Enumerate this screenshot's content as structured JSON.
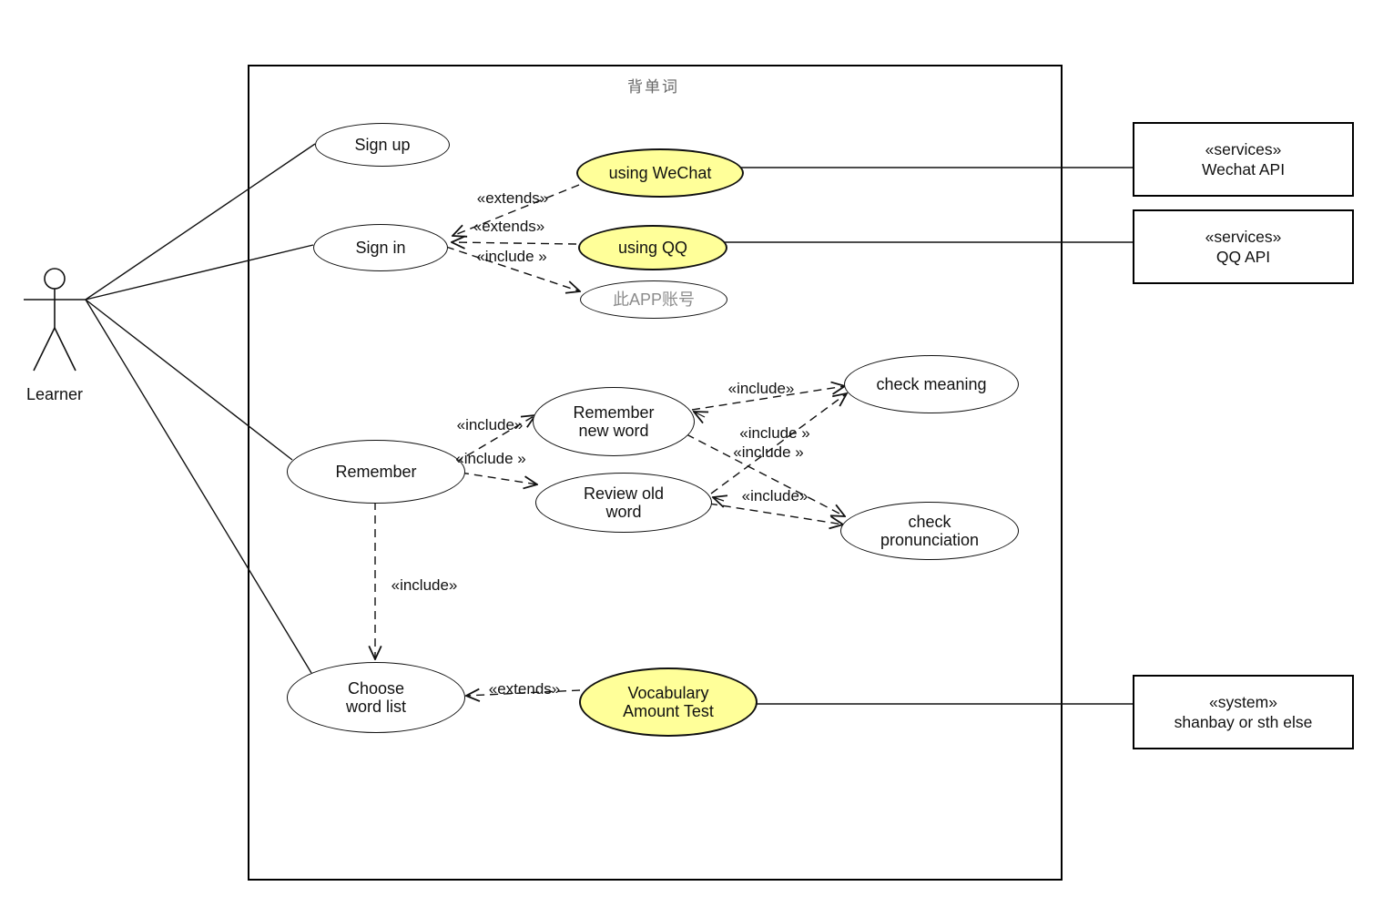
{
  "diagram": {
    "title": "背单词",
    "type": "uml-use-case-diagram"
  },
  "actor": {
    "label": "Learner"
  },
  "use_cases": {
    "sign_up": {
      "label": "Sign up",
      "highlighted": false
    },
    "sign_in": {
      "label": "Sign in",
      "highlighted": false
    },
    "using_wechat": {
      "label": "using WeChat",
      "highlighted": true
    },
    "using_qq": {
      "label": "using QQ",
      "highlighted": true
    },
    "app_account": {
      "label": "此APP账号",
      "highlighted": false
    },
    "remember": {
      "label": "Remember",
      "highlighted": false
    },
    "remember_new_word": {
      "label": "Remember new word",
      "highlighted": false
    },
    "review_old_word": {
      "label": "Review old word",
      "highlighted": false
    },
    "check_meaning": {
      "label": "check meaning",
      "highlighted": false
    },
    "check_pronunciation": {
      "label": "check pronunciation",
      "highlighted": false
    },
    "choose_word_list": {
      "label": "Choose word list",
      "highlighted": false
    },
    "vocabulary_amount_test": {
      "label": "Vocabulary Amount Test",
      "highlighted": true
    }
  },
  "external_systems": {
    "wechat_api": {
      "stereotype": "«services»",
      "name": "Wechat API"
    },
    "qq_api": {
      "stereotype": "«services»",
      "name": "QQ API"
    },
    "shanbay": {
      "stereotype": "«system»",
      "name": "shanbay or sth else"
    }
  },
  "relationship_labels": {
    "extends_wechat": "«extends»",
    "extends_qq": "«extends»",
    "include_app_account": "«include »",
    "include_new_word": "«include»",
    "include_old_word": "«include »",
    "include_meaning_top": "«include»",
    "include_mid_1": "«include »",
    "include_mid_2": "«include »",
    "include_pron_bottom": "«include»",
    "include_choose": "«include»",
    "extends_vocab": "«extends»"
  },
  "colors": {
    "highlight_fill": "#FFFF99",
    "muted_text": "#8c8c8c",
    "title_text": "#666666",
    "line": "#111111"
  }
}
